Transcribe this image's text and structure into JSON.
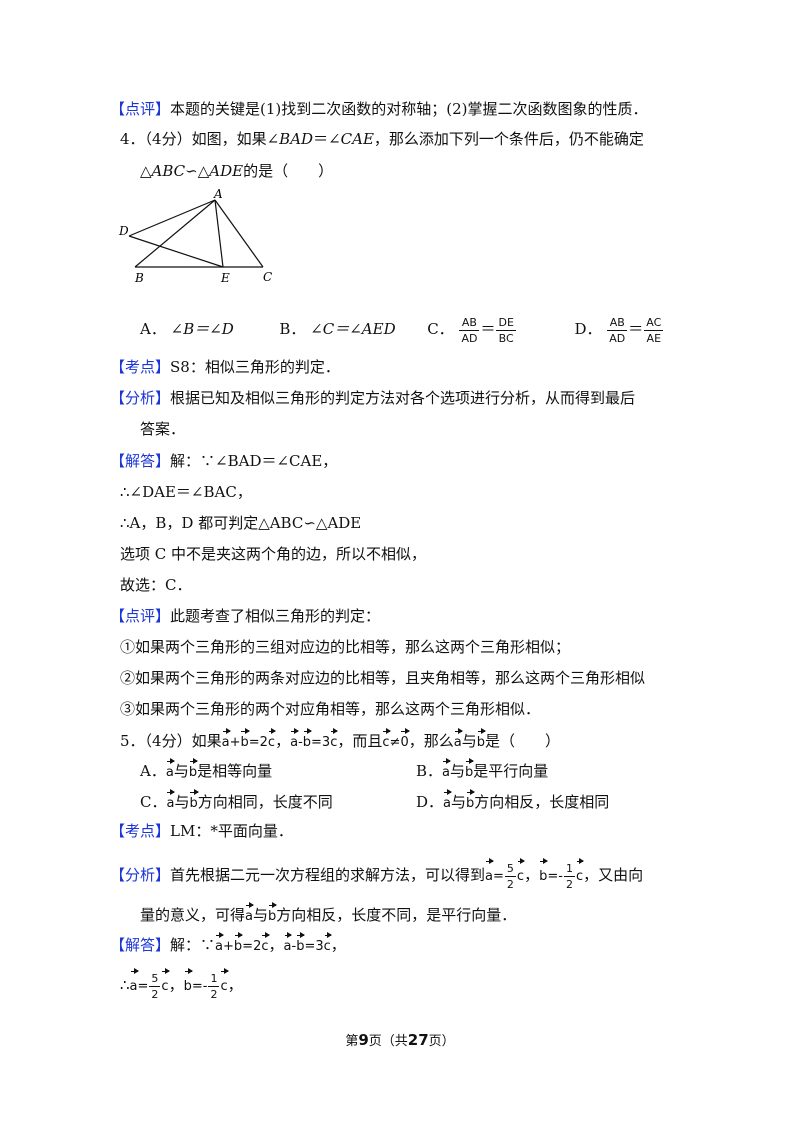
{
  "lines": {
    "l1": {
      "tag": "【点评】",
      "text": "本题的关键是(1)找到二次函数的对称轴；(2)掌握二次函数图象的性质．"
    },
    "q4": {
      "num": "4．",
      "score": "（4分）",
      "text1": "如图，如果∠",
      "bad": "BAD",
      "eq": "＝∠",
      "cae": "CAE",
      "text2": "，那么添加下列一个条件后，仍不能确定"
    },
    "q4b": {
      "tri1": "△",
      "abc": "ABC",
      "sim": "∽△",
      "ade": "ADE",
      "text": "的是（　　）"
    },
    "figure": {
      "labels": {
        "A": "A",
        "D": "D",
        "B": "B",
        "E": "E",
        "C": "C"
      }
    },
    "options4": {
      "a_label": "A．",
      "a_text": "∠B＝∠D",
      "b_label": "B．",
      "b_text": "∠C＝∠AED",
      "c_label": "C．",
      "c_num1": "AB",
      "c_den1": "AD",
      "c_eq": "＝",
      "c_num2": "DE",
      "c_den2": "BC",
      "d_label": "D．",
      "d_num1": "AB",
      "d_den1": "AD",
      "d_eq": "＝",
      "d_num2": "AC",
      "d_den2": "AE"
    },
    "kaodian4": {
      "tag": "【考点】",
      "text": "S8：相似三角形的判定．"
    },
    "fenxi4": {
      "tag": "【分析】",
      "text": "根据已知及相似三角形的判定方法对各个选项进行分析，从而得到最后",
      "cont": "答案．"
    },
    "jieda4": {
      "tag": "【解答】",
      "text": "解：∵∠BAD＝∠CAE，"
    },
    "s1": "∴∠DAE＝∠BAC，",
    "s2": "∴A，B，D 都可判定△ABC∽△ADE",
    "s3": "选项 C 中不是夹这两个角的边，所以不相似，",
    "s4": "故选：C．",
    "dianping4": {
      "tag": "【点评】",
      "text": "此题考查了相似三角形的判定："
    },
    "p1": "①如果两个三角形的三组对应边的比相等，那么这两个三角形相似；",
    "p2": "②如果两个三角形的两条对应边的比相等，且夹角相等，那么这两个三角形相似",
    "p3": "③如果两个三角形的两个对应角相等，那么这两个三角形相似．",
    "q5": {
      "num": "5．",
      "score": "（4分）",
      "t1": "如果",
      "e1": "+",
      "e2": "=2",
      "sep": "，",
      "e3": "-",
      "e4": "=3",
      "t2": "，而且",
      "ne": "≠",
      "zero": "0",
      "t3": "，那么",
      "and": "与",
      "t4": "是（　　）"
    },
    "options5": {
      "a_label": "A．",
      "a_text": "是相等向量",
      "b_label": "B．",
      "b_text": "是平行向量",
      "c_label": "C．",
      "c_text": "方向相同，长度不同",
      "d_label": "D．",
      "d_text": "方向相反，长度相同",
      "and": "与"
    },
    "kaodian5": {
      "tag": "【考点】",
      "text": "LM：*平面向量．"
    },
    "fenxi5": {
      "tag": "【分析】",
      "text": "首先根据二元一次方程组的求解方法，可以得到",
      "eq1": "=",
      "n1": "5",
      "d1": "2",
      "sep": "，",
      "eq2": "=-",
      "n2": "1",
      "d2": "2",
      "text2": "，又由向"
    },
    "fenxi5b": {
      "t1": "量的意义，可得",
      "and": "与",
      "t2": "方向相反，长度不同，是平行向量．"
    },
    "jieda5": {
      "tag": "【解答】",
      "t1": "解：∵",
      "e1": "+",
      "e2": "=2",
      "sep": "，",
      "e3": "-",
      "e4": "=3",
      "end": "，"
    },
    "last": {
      "therefore": "∴",
      "eq1": "=",
      "n1": "5",
      "d1": "2",
      "sep": "，",
      "eq2": "=-",
      "n2": "1",
      "d2": "2",
      "end": "，"
    },
    "vec": {
      "a": "a",
      "b": "b",
      "c": "c"
    }
  },
  "footer": {
    "p1": "第",
    "page": "9",
    "p2": "页（共",
    "total": "27",
    "p3": "页）"
  }
}
